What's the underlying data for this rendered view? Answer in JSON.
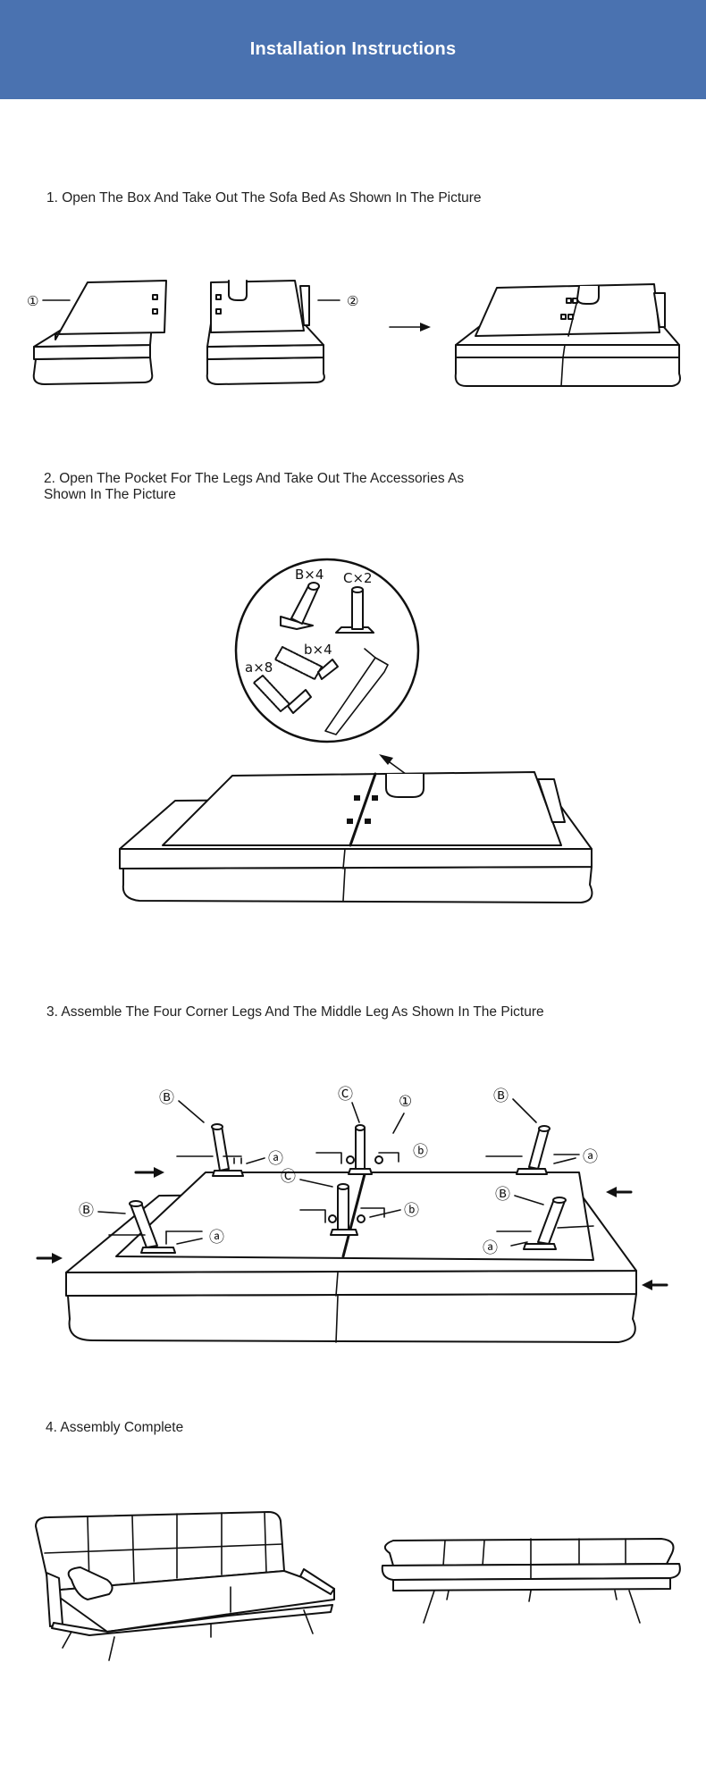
{
  "header": {
    "title": "Installation Instructions"
  },
  "steps": [
    {
      "title": "1. Open The Box And Take Out The Sofa Bed As Shown In The Picture",
      "labels": {
        "part1": "①",
        "part2": "②"
      }
    },
    {
      "title": "2. Open The Pocket For The Legs And Take Out The Accessories As Shown In The Picture",
      "labels": {
        "big_leg": "B×4",
        "center_leg": "C×2",
        "screw_a": "a×8",
        "screw_b": "b×4"
      }
    },
    {
      "title": "3. Assemble The Four Corner Legs And The Middle Leg As Shown In The Picture",
      "labels": {
        "B": "Ⓑ",
        "C": "Ⓒ",
        "a": "ⓐ",
        "b": "ⓑ",
        "one": "①"
      }
    },
    {
      "title": "4. Assembly Complete"
    }
  ],
  "colors": {
    "banner": "#4a72b0",
    "banner_text": "#ffffff",
    "line": "#111111"
  }
}
